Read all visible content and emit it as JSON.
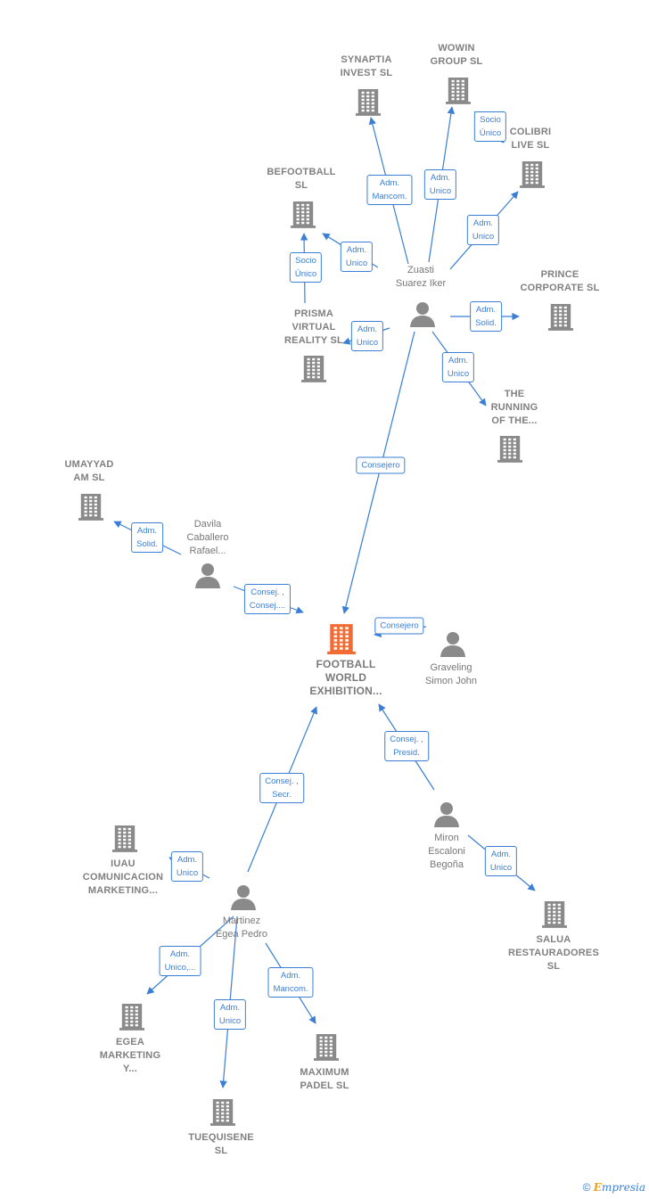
{
  "colors": {
    "edge": "#3a7fd5",
    "node": "#8a8a8a",
    "focus": "#f26b35"
  },
  "nodes": [
    {
      "id": "football",
      "type": "company",
      "focus": true,
      "label": "FOOTBALL\nWORLD\nEXHIBITION..."
    },
    {
      "id": "synaptia",
      "type": "company",
      "label": "SYNAPTIA\nINVEST  SL"
    },
    {
      "id": "wowin",
      "type": "company",
      "label": "WOWIN\nGROUP  SL"
    },
    {
      "id": "colibri",
      "type": "company",
      "label": "COLIBRI\nLIVE SL"
    },
    {
      "id": "befootball",
      "type": "company",
      "label": "BEFOOTBALL\nSL"
    },
    {
      "id": "prisma",
      "type": "company",
      "label": "PRISMA\nVIRTUAL\nREALITY  SL"
    },
    {
      "id": "prince",
      "type": "company",
      "label": "PRINCE\nCORPORATE SL"
    },
    {
      "id": "running",
      "type": "company",
      "label": "THE\nRUNNING\nOF THE..."
    },
    {
      "id": "umayyad",
      "type": "company",
      "label": "UMAYYAD\nAM  SL"
    },
    {
      "id": "iuau",
      "type": "company",
      "label": "IUAU\nCOMUNICACION\nMARKETING..."
    },
    {
      "id": "egea",
      "type": "company",
      "label": "EGEA\nMARKETING\nY..."
    },
    {
      "id": "tuequisene",
      "type": "company",
      "label": "TUEQUISENE\nSL"
    },
    {
      "id": "maximum",
      "type": "company",
      "label": "MAXIMUM\nPADEL SL"
    },
    {
      "id": "salua",
      "type": "company",
      "label": "SALUA\nRESTAURADORES SL"
    },
    {
      "id": "zuasti",
      "type": "person",
      "label": "Zuasti\nSuarez Iker"
    },
    {
      "id": "davila",
      "type": "person",
      "label": "Davila\nCaballero\nRafael..."
    },
    {
      "id": "graveling",
      "type": "person",
      "label": "Graveling\nSimon John"
    },
    {
      "id": "martinez",
      "type": "person",
      "label": "Martinez\nEgea Pedro"
    },
    {
      "id": "miron",
      "type": "person",
      "label": "Miron\nEscaloni\nBegoña"
    }
  ],
  "edges": [
    {
      "from": "zuasti",
      "to": "synaptia",
      "label": "Adm.\nMancom."
    },
    {
      "from": "zuasti",
      "to": "wowin",
      "label": "Adm.\nUnico"
    },
    {
      "from": "wowin",
      "to": "colibri",
      "label": "Socio\nÚnico"
    },
    {
      "from": "zuasti",
      "to": "colibri",
      "label": "Adm.\nUnico"
    },
    {
      "from": "zuasti",
      "to": "befootball",
      "label": "Adm.\nUnico"
    },
    {
      "from": "prisma",
      "to": "befootball",
      "label": "Socio\nÚnico"
    },
    {
      "from": "zuasti",
      "to": "prisma",
      "label": "Adm.\nUnico"
    },
    {
      "from": "zuasti",
      "to": "prince",
      "label": "Adm.\nSolid."
    },
    {
      "from": "zuasti",
      "to": "running",
      "label": "Adm.\nUnico"
    },
    {
      "from": "zuasti",
      "to": "football",
      "label": "Consejero"
    },
    {
      "from": "davila",
      "to": "umayyad",
      "label": "Adm.\nSolid."
    },
    {
      "from": "davila",
      "to": "football",
      "label": "Consej. ,\nConsej...."
    },
    {
      "from": "graveling",
      "to": "football",
      "label": "Consejero"
    },
    {
      "from": "martinez",
      "to": "football",
      "label": "Consej. ,\nSecr."
    },
    {
      "from": "miron",
      "to": "football",
      "label": "Consej. ,\nPresid."
    },
    {
      "from": "martinez",
      "to": "iuau",
      "label": "Adm.\nUnico"
    },
    {
      "from": "martinez",
      "to": "egea",
      "label": "Adm.\nUnico,..."
    },
    {
      "from": "martinez",
      "to": "tuequisene",
      "label": "Adm.\nUnico"
    },
    {
      "from": "martinez",
      "to": "maximum",
      "label": "Adm.\nMancom."
    },
    {
      "from": "miron",
      "to": "salua",
      "label": "Adm.\nUnico"
    }
  ],
  "footer": {
    "copyright": "©",
    "brand_initial": "E",
    "brand_rest": "mpresia"
  }
}
